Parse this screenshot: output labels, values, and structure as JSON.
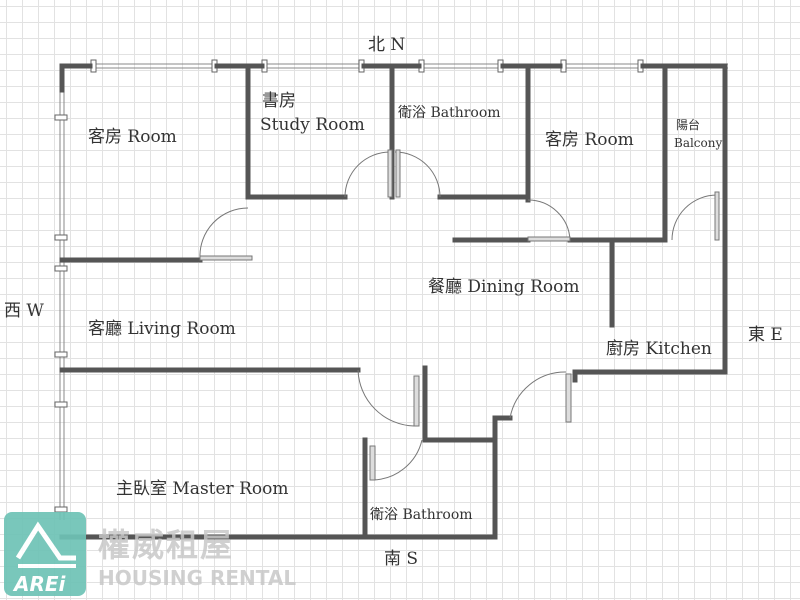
{
  "compass": {
    "north": "北 N",
    "south": "南 S",
    "west": "西 W",
    "east": "東 E"
  },
  "rooms": {
    "guest_room_1": "客房 Room",
    "study_cn": "書房",
    "study_en": "Study Room",
    "bathroom_1": "衛浴 Bathroom",
    "guest_room_2": "客房 Room",
    "balcony_cn": "陽台",
    "balcony_en": "Balcony",
    "dining": "餐廳 Dining Room",
    "living": "客廳 Living Room",
    "kitchen": "廚房 Kitchen",
    "master": "主臥室 Master Room",
    "bathroom_2": "衛浴 Bathroom"
  },
  "watermark": {
    "logo": "AREi",
    "brand_cn": "權威租屋",
    "brand_en": "HOUSING RENTAL",
    "color": "#6ec3b6"
  },
  "colors": {
    "wall": "#555555",
    "window": "#888888"
  }
}
